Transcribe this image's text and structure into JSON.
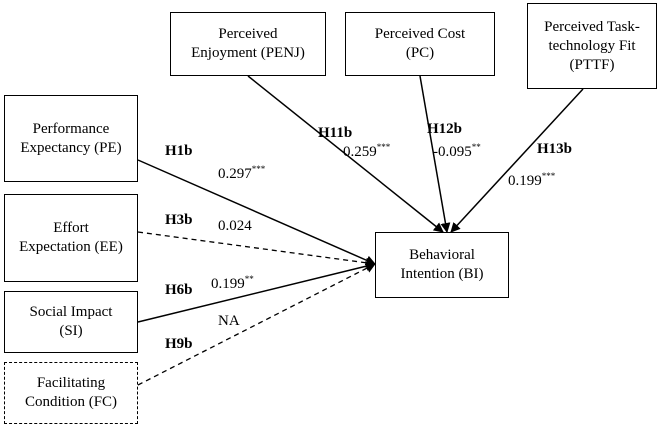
{
  "constructs": {
    "penj": {
      "line1": "Perceived",
      "line2": "Enjoyment (PENJ)"
    },
    "pc": {
      "line1": "Perceived Cost",
      "line2": "(PC)"
    },
    "pttf": {
      "line1": "Perceived Task-",
      "line2": "technology Fit",
      "line3": "(PTTF)"
    },
    "pe": {
      "line1": "Performance",
      "line2": "Expectancy (PE)"
    },
    "ee": {
      "line1": "Effort",
      "line2": "Expectation (EE)"
    },
    "si": {
      "line1": "Social Impact",
      "line2": "(SI)"
    },
    "fc": {
      "line1": "Facilitating",
      "line2": "Condition (FC)"
    },
    "bi": {
      "line1": "Behavioral",
      "line2": "Intention (BI)"
    }
  },
  "paths": {
    "pe": {
      "hypothesis": "H1b",
      "coef": "0.297",
      "sig": "***",
      "line": "solid"
    },
    "ee": {
      "hypothesis": "H3b",
      "coef": "0.024",
      "sig": "",
      "line": "dashed"
    },
    "si": {
      "hypothesis": "H6b",
      "coef": "0.199",
      "sig": "**",
      "line": "solid"
    },
    "fc": {
      "hypothesis": "H9b",
      "coef": "NA",
      "sig": "",
      "line": "dashed"
    },
    "penj": {
      "hypothesis": "H11b",
      "coef": "0.259",
      "sig": "***",
      "line": "solid"
    },
    "pc": {
      "hypothesis": "H12b",
      "coef": "-0.095",
      "sig": "**",
      "line": "solid"
    },
    "pttf": {
      "hypothesis": "H13b",
      "coef": "0.199",
      "sig": "***",
      "line": "solid"
    }
  }
}
